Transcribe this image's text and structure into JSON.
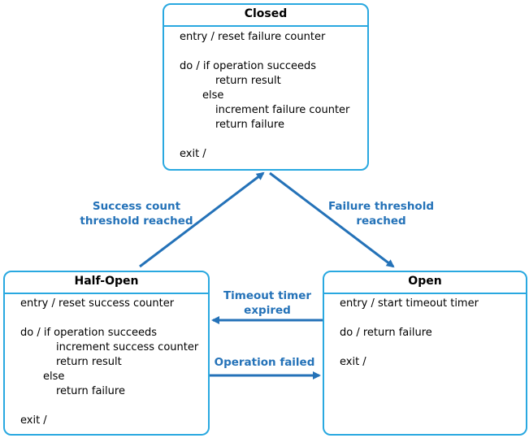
{
  "states": {
    "closed": {
      "title": "Closed",
      "lines": [
        "entry / reset failure counter",
        "do / if operation succeeds",
        "return result",
        "else",
        "increment failure counter",
        "return failure",
        "exit /"
      ]
    },
    "half_open": {
      "title": "Half-Open",
      "lines": [
        "entry / reset success counter",
        "do / if operation succeeds",
        "increment success counter",
        "return result",
        "else",
        "return failure",
        "exit /"
      ]
    },
    "open": {
      "title": "Open",
      "lines": [
        "entry / start timeout timer",
        "do / return failure",
        "exit /"
      ]
    }
  },
  "transitions": {
    "success": {
      "line1": "Success count",
      "line2": "threshold reached"
    },
    "failure": {
      "line1": "Failure threshold",
      "line2": "reached"
    },
    "timeout": {
      "line1": "Timeout timer",
      "line2": "expired"
    },
    "op_failed": {
      "label": "Operation failed"
    }
  },
  "colors": {
    "state_border": "#29a8e0",
    "arrow": "#2472b8",
    "label": "#2472b8"
  }
}
